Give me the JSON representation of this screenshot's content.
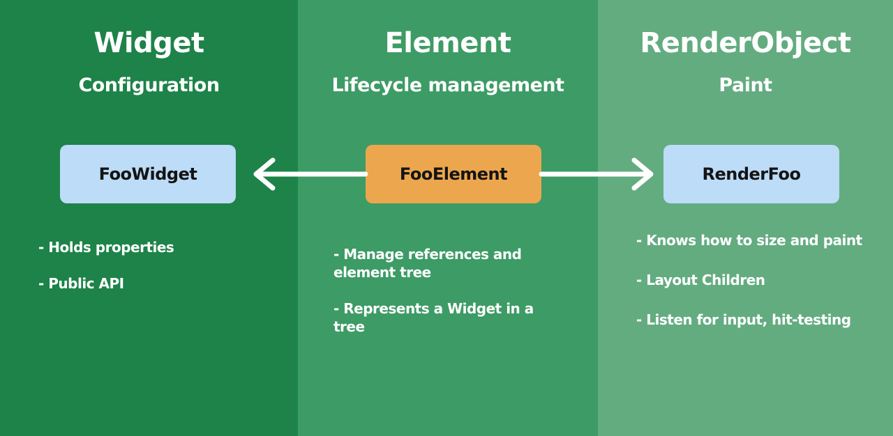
{
  "diagram": {
    "arrow_color": "#ffffff",
    "columns": [
      {
        "title": "Widget",
        "subtitle": "Configuration",
        "bg": "#1d8348",
        "box": {
          "label": "FooWidget",
          "bg": "#bcdcf7",
          "text_color": "#141414"
        },
        "bullets": [
          "- Holds properties",
          "- Public API"
        ]
      },
      {
        "title": "Element",
        "subtitle": "Lifecycle management",
        "bg": "#3d9b65",
        "box": {
          "label": "FooElement",
          "bg": "#eca74e",
          "text_color": "#141414"
        },
        "bullets": [
          "- Manage references and element tree",
          "- Represents a Widget in a tree"
        ]
      },
      {
        "title": "RenderObject",
        "subtitle": "Paint",
        "bg": "#63ac80",
        "box": {
          "label": "RenderFoo",
          "bg": "#bcdcf7",
          "text_color": "#141414"
        },
        "bullets": [
          "- Knows how to size and paint",
          "- Layout Children",
          "- Listen for input, hit-testing"
        ]
      }
    ],
    "arrows": [
      {
        "from": "FooElement",
        "to": "FooWidget",
        "direction": "left"
      },
      {
        "from": "FooElement",
        "to": "RenderFoo",
        "direction": "right"
      }
    ]
  }
}
